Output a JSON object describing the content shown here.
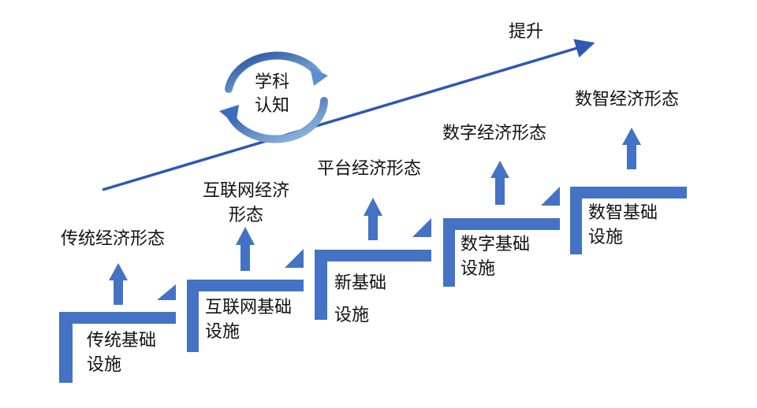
{
  "colors": {
    "step_blue": "#4472C4",
    "trend_line": "#2F57B4",
    "cycle_dark": "#1F4E9E",
    "cycle_light": "#9DC3E6"
  },
  "trend": {
    "label": "提升"
  },
  "cycle": {
    "line1": "学科",
    "line2": "认知"
  },
  "steps": [
    {
      "infrastructure": "传统基础设施",
      "economy": "传统经济形态"
    },
    {
      "infrastructure": "互联网基础设施",
      "economy": "互联网经济形态"
    },
    {
      "infrastructure": "新基础设施",
      "economy": "平台经济形态"
    },
    {
      "infrastructure": "数字基础设施",
      "economy": "数字经济形态"
    },
    {
      "infrastructure": "数智基础设施",
      "economy": "数智经济形态"
    }
  ]
}
